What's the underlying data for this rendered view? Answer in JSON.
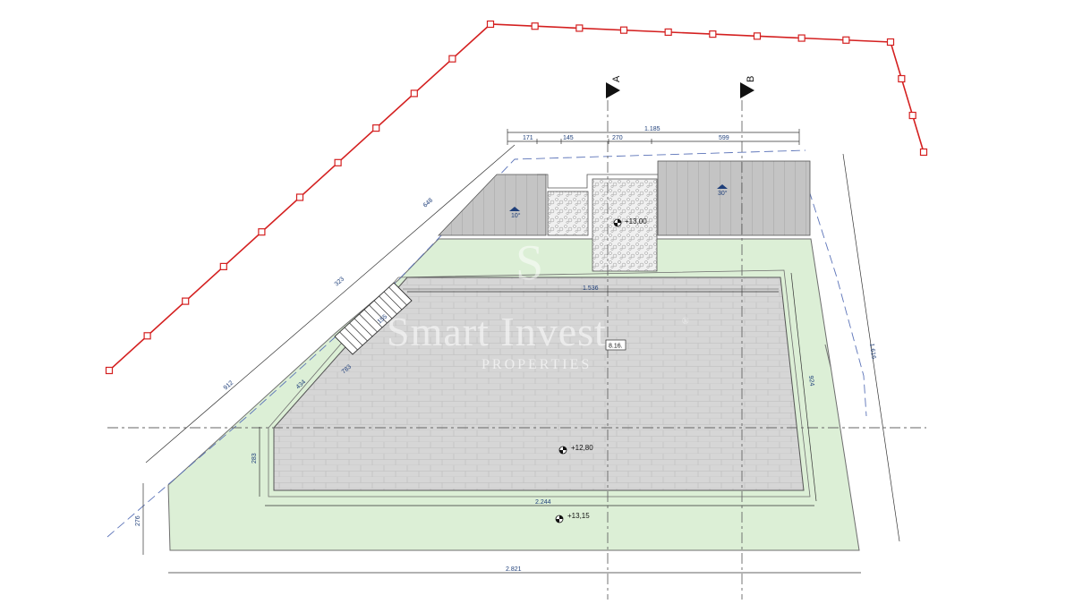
{
  "sections": {
    "a": "A",
    "b": "B"
  },
  "dimensions": {
    "top_total": "1.185",
    "top_1": "171",
    "top_2": "145",
    "top_3": "270",
    "top_4": "599",
    "left_648": "648",
    "left_323": "323",
    "left_912": "912",
    "left_434": "434",
    "left_783": "783",
    "left_276": "276",
    "right_1616": "1.616",
    "terrace_top": "1.536",
    "terrace_right": "924",
    "terrace_left": "283",
    "terrace_bottom": "2.244",
    "bottom_total": "2.821",
    "stair_small": "155"
  },
  "elevations": {
    "upper": "+13,00",
    "terrace": "+12,80",
    "garden": "+13,15"
  },
  "labels": {
    "room_tag": "8.16.",
    "roof_pitch_left": "10°",
    "roof_pitch_right": "30°"
  },
  "watermark": {
    "monogram": "S",
    "brand": "Smart Invest",
    "tagline": "PROPERTIES",
    "reg": "®"
  },
  "colors": {
    "boundary": "#d42020",
    "garden": "#dcefd6",
    "paving": "#d6d6d6",
    "roof": "#bfbfbf",
    "dimension": "#1f3f7a"
  }
}
